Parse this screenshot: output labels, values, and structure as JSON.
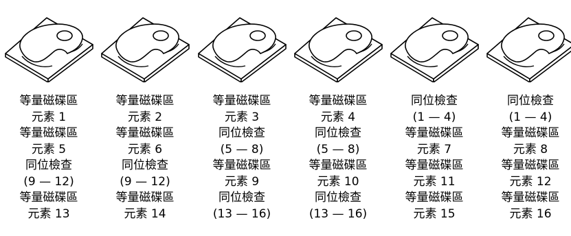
{
  "disks": [
    {
      "lines": [
        "等量磁碟區",
        "元素 1",
        "等量磁碟區",
        "元素 5",
        "同位檢查",
        "(9 — 12)",
        "等量磁碟區",
        "元素 13"
      ]
    },
    {
      "lines": [
        "等量磁碟區",
        "元素 2",
        "等量磁碟區",
        "元素 6",
        "同位檢查",
        "(9 — 12)",
        "等量磁碟區",
        "元素 14"
      ]
    },
    {
      "lines": [
        "等量磁碟區",
        "元素 3",
        "同位檢查",
        "(5 — 8)",
        "等量磁碟區",
        "元素 9",
        "同位檢查",
        "(13 — 16)"
      ]
    },
    {
      "lines": [
        "等量磁碟區",
        "元素 4",
        "同位檢查",
        "(5 — 8)",
        "等量磁碟區",
        "元素 10",
        "同位檢查",
        "(13 — 16)"
      ]
    },
    {
      "lines": [
        "同位檢查",
        "(1 — 4)",
        "等量磁碟區",
        "元素 7",
        "等量磁碟區",
        "元素 11",
        "等量磁碟區",
        "元素 15"
      ]
    },
    {
      "lines": [
        "同位檢查",
        "(1 — 4)",
        "等量磁碟區",
        "元素 8",
        "等量磁碟區",
        "元素 12",
        "等量磁碟區",
        "元素 16"
      ]
    }
  ]
}
